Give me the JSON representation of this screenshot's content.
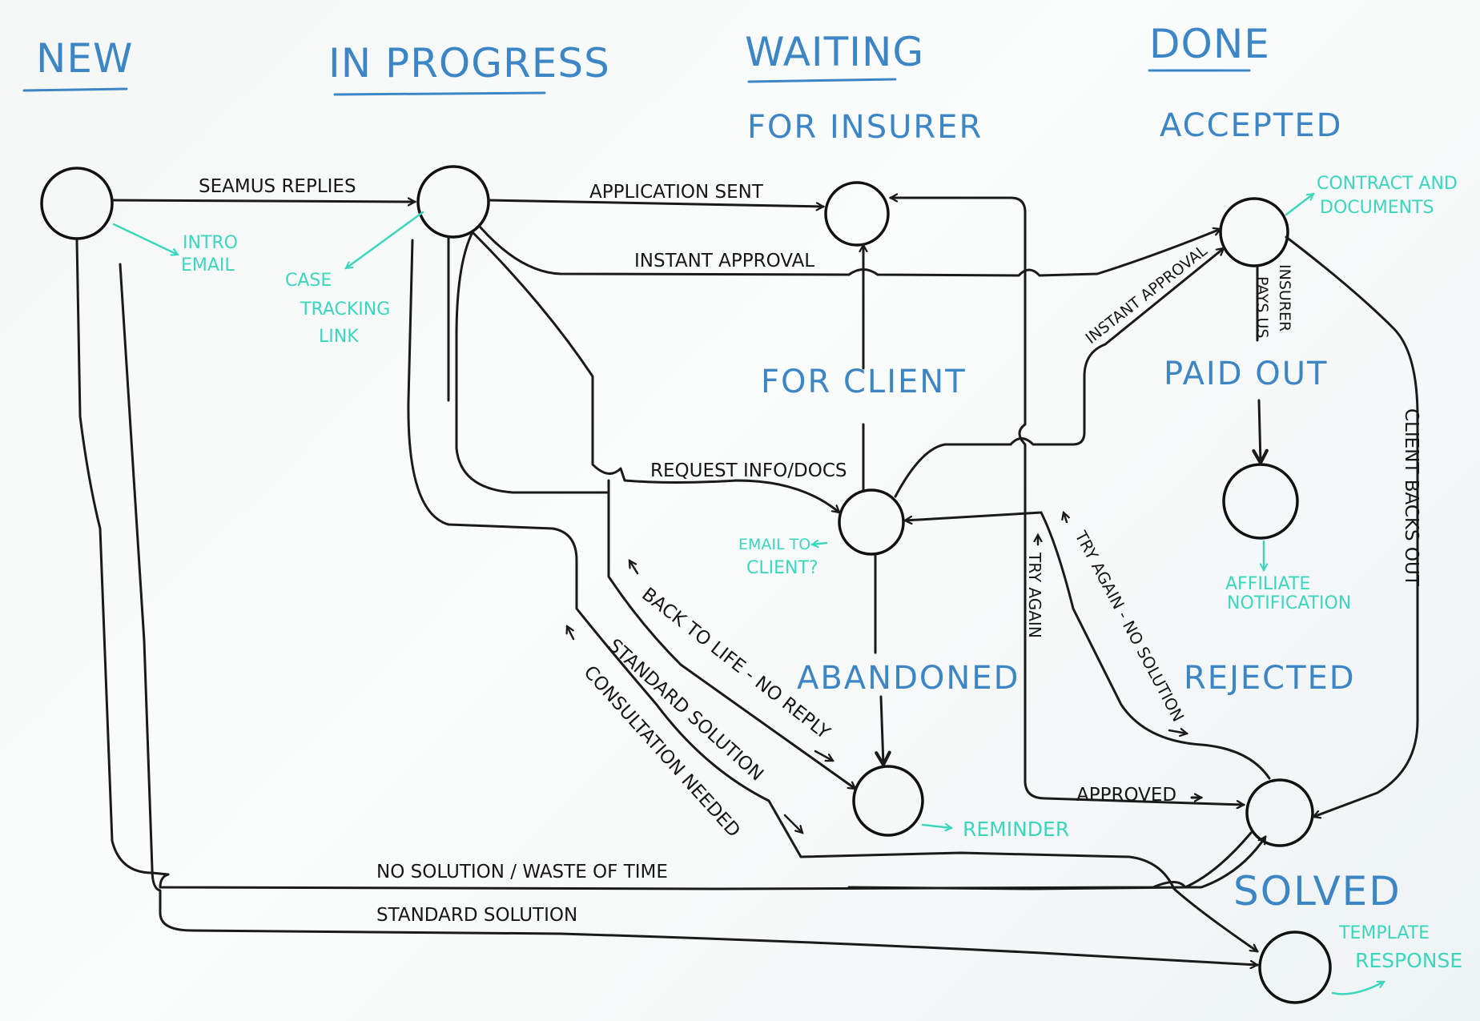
{
  "columns": {
    "new": "NEW",
    "in_progress": "IN PROGRESS",
    "waiting": "WAITING",
    "done": "DONE"
  },
  "sections": {
    "for_insurer": "FOR INSURER",
    "for_client": "FOR CLIENT",
    "abandoned": "ABANDONED",
    "accepted": "ACCEPTED",
    "paid_out": "PAID OUT",
    "rejected": "REJECTED",
    "solved": "SOLVED"
  },
  "edges": {
    "seamus_replies": "SEAMUS REPLIES",
    "application_sent": "APPLICATION SENT",
    "instant_approval_top": "INSTANT APPROVAL",
    "instant_approval_diag": "INSTANT APPROVAL",
    "insurer_pays_us_1": "INSURER",
    "insurer_pays_us_2": "PAYS US",
    "request_info_docs": "REQUEST INFO/DOCS",
    "back_to_life": "BACK TO LIFE - NO REPLY",
    "standard_solution_diag": "STANDARD SOLUTION",
    "consultation_needed": "CONSULTATION NEEDED",
    "try_again": "TRY AGAIN",
    "try_again_no_solution": "TRY AGAIN - NO SOLUTION",
    "approved": "APPROVED",
    "client_backs_out": "CLIENT BACKS OUT",
    "no_solution_waste": "NO SOLUTION / WASTE OF TIME",
    "standard_solution_bottom": "STANDARD SOLUTION"
  },
  "notes": {
    "intro_email_1": "INTRO",
    "intro_email_2": "EMAIL",
    "case_tracking_1": "CASE",
    "case_tracking_2": "TRACKING",
    "case_tracking_3": "LINK",
    "email_to_client_1": "EMAIL TO",
    "email_to_client_2": "CLIENT?",
    "contract_docs_1": "CONTRACT AND",
    "contract_docs_2": "DOCUMENTS",
    "affiliate_1": "AFFILIATE",
    "affiliate_2": "NOTIFICATION",
    "reminder": "REMINDER",
    "template_1": "TEMPLATE",
    "template_2": "RESPONSE"
  },
  "colors": {
    "heading_blue": "#3d86c6",
    "note_teal": "#3cd6be",
    "marker_black": "#1a1a1a",
    "board_white": "#f7f9f9"
  }
}
